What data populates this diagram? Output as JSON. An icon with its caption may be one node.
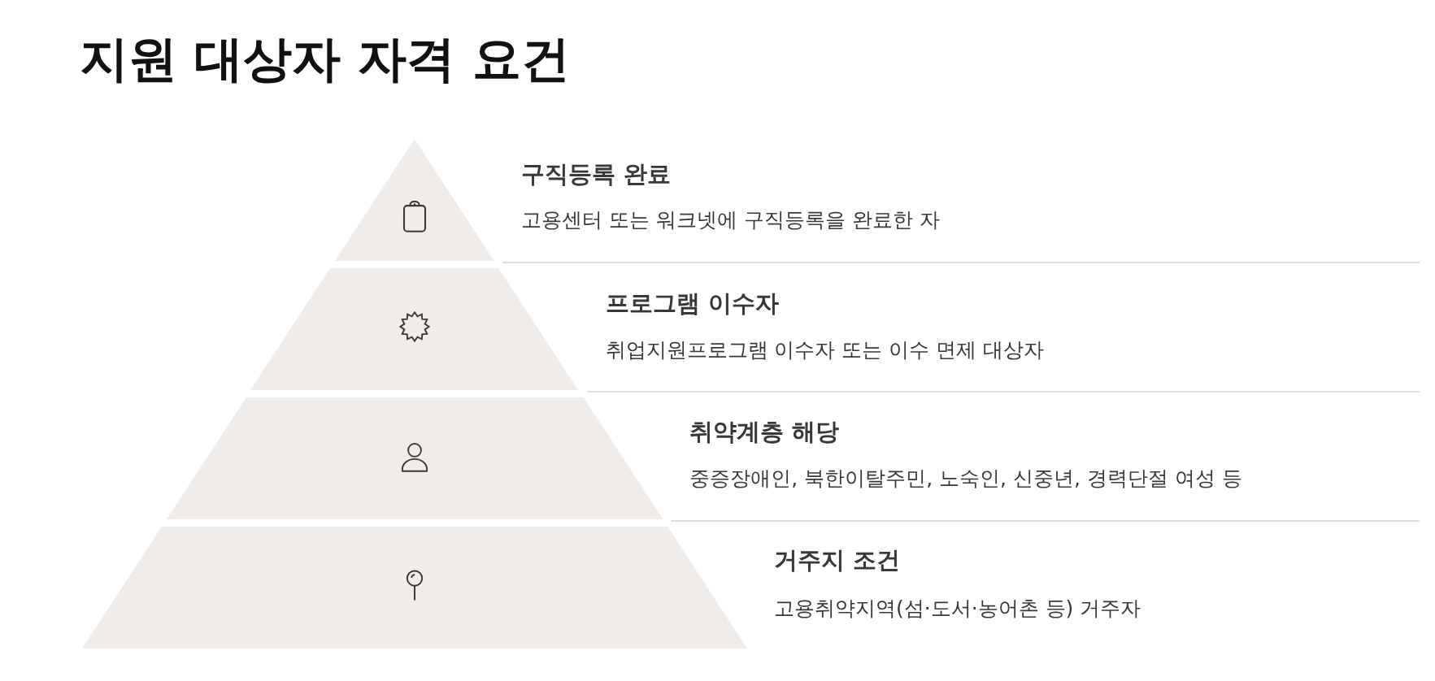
{
  "diagram": {
    "title": "지원 대상자 자격 요건",
    "nodes": [
      {
        "text": [
          "구직등록 완료",
          "고용센터 또는 워크넷에 구직등록을 완료한 자"
        ]
      },
      {
        "text": [
          "프로그램 이수자",
          "취업지원프로그램 이수자 또는 이수 면제 대상자"
        ]
      },
      {
        "text": [
          "취약계층 해당",
          "중증장애인, 북한이탈주민, 노숙인, 신중년, 경력단절 여성 등"
        ]
      },
      {
        "text": [
          "거주지 조건",
          "고용취약지역(섬·도서·농어촌 등) 거주자"
        ]
      }
    ]
  }
}
